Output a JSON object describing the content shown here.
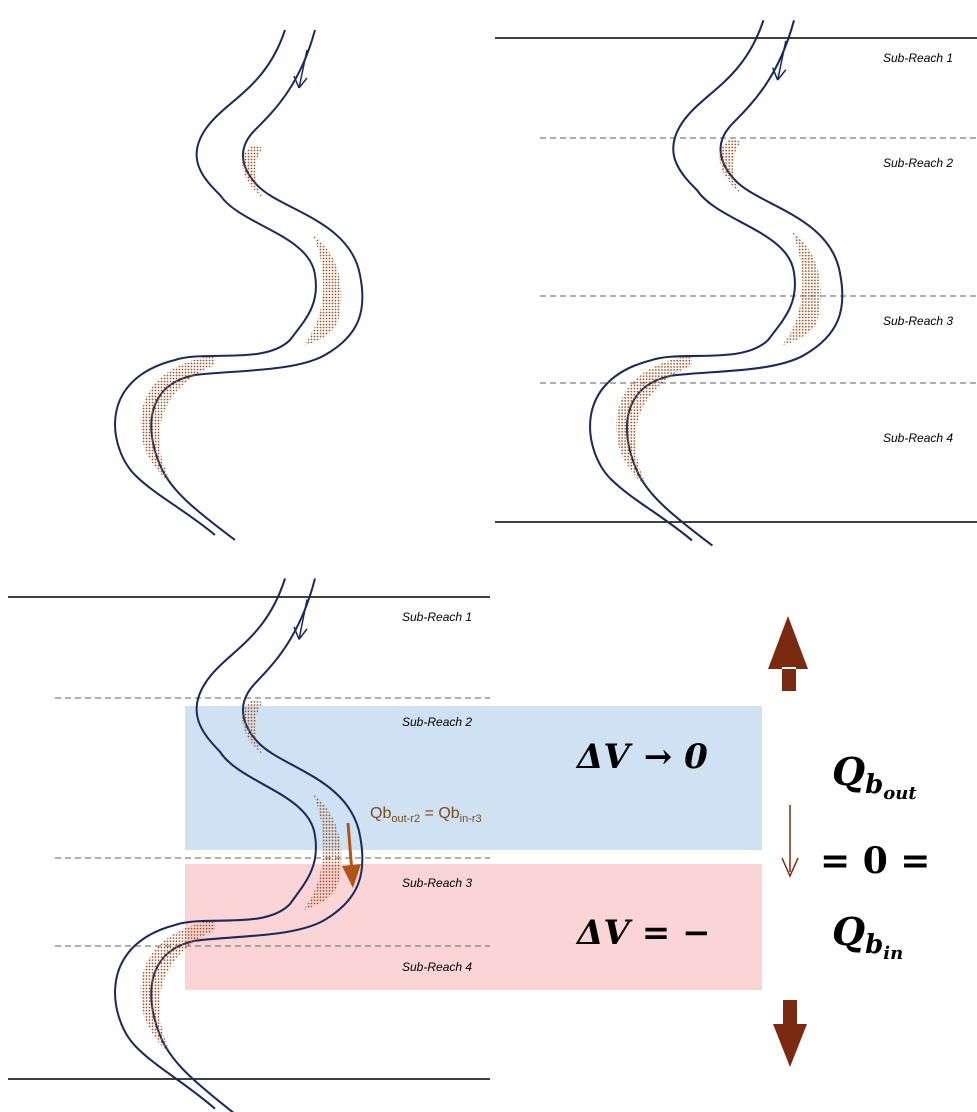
{
  "reach_labels": {
    "top_right": [
      "Sub-Reach 1",
      "Sub-Reach 2",
      "Sub-Reach 3",
      "Sub-Reach 4"
    ],
    "bottom_left": [
      "Sub-Reach 1",
      "Sub-Reach 2",
      "Sub-Reach 3",
      "Sub-Reach 4"
    ]
  },
  "transfer_label": {
    "left_base": "Qb",
    "left_sub": "out-r2",
    "equals": " = ",
    "right_base": "Qb",
    "right_sub": "in-r3"
  },
  "zone_blue": {
    "delta": "ΔV",
    "relation": "→ 0"
  },
  "zone_red": {
    "delta": "ΔV",
    "relation": "= −"
  },
  "flux_equation": {
    "q": "Q",
    "b": "b",
    "out": "out",
    "middle": "= 0 =",
    "in": "in"
  },
  "colors": {
    "river_outline": "#1a2a5a",
    "sediment": "#a0562a",
    "blue_zone": "#cfe2f3",
    "red_zone": "#fbd5d5",
    "arrow_brown": "#7a2a10",
    "transfer_arrow": "#b0551a",
    "dashed_line": "#7f7f7f"
  }
}
